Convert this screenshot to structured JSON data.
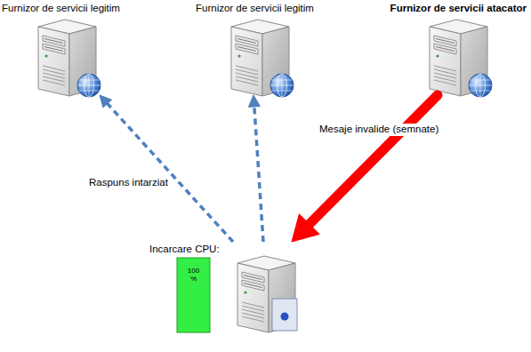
{
  "diagram": {
    "nodes": [
      {
        "text": [
          "Furnizor de servicii legitim"
        ]
      },
      {
        "text": [
          "Furnizor de servicii legitim"
        ]
      },
      {
        "text": [
          "Furnizor de servicii atacator"
        ]
      },
      {
        "text": [
          "Incarcare CPU:",
          "100 %"
        ]
      }
    ],
    "edges": [
      {
        "from": 3,
        "to": 0,
        "arrow": "to",
        "label": "Raspuns intarziat"
      },
      {
        "from": 3,
        "to": 1,
        "arrow": "to"
      },
      {
        "from": 2,
        "to": 3,
        "arrow": "to",
        "label": "Mesaje invalide (semnate)"
      }
    ]
  }
}
